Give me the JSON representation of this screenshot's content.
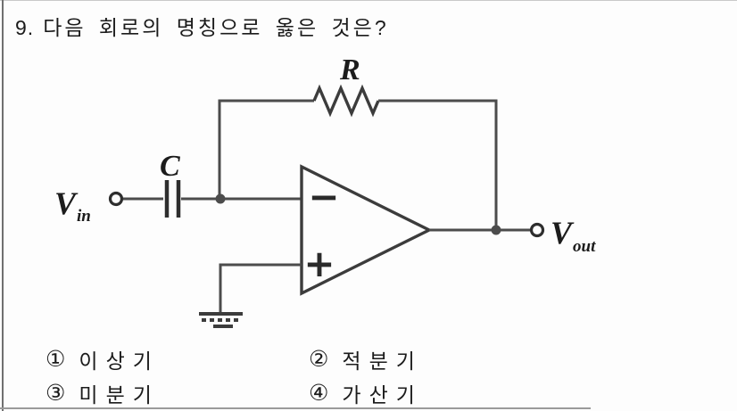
{
  "question": {
    "number": "9.",
    "text": "다음 회로의 명칭으로 옳은 것은?"
  },
  "circuit": {
    "resistor_label": "R",
    "capacitor_label": "C",
    "vin_label": "V",
    "vin_sub": "in",
    "vout_label": "V",
    "vout_sub": "out",
    "opamp_minus": "−",
    "opamp_plus": "+"
  },
  "options": [
    {
      "num": "①",
      "label": "이상기"
    },
    {
      "num": "②",
      "label": "적분기"
    },
    {
      "num": "③",
      "label": "미분기"
    },
    {
      "num": "④",
      "label": "가산기"
    }
  ],
  "colors": {
    "wire": "#4c4c4c",
    "text": "#1b1b1b",
    "border": "#9a9a9a",
    "background": "#fdfdfd"
  }
}
